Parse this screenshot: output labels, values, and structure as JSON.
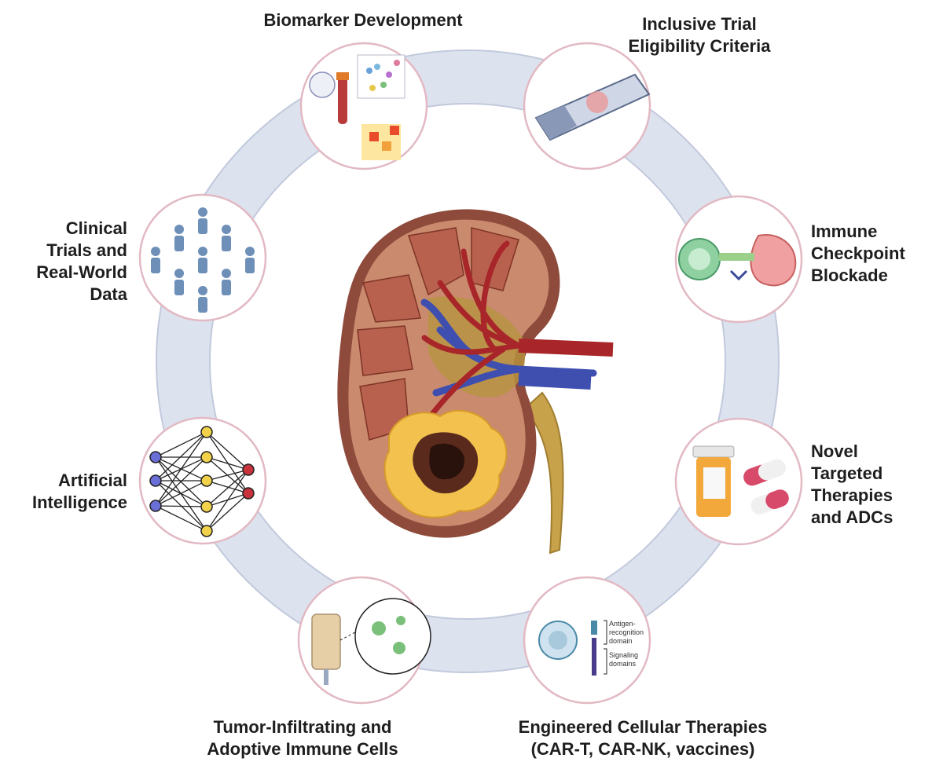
{
  "labels": {
    "biomarker": [
      "Biomarker Development"
    ],
    "inclusive": [
      "Inclusive Trial",
      "Eligibility Criteria"
    ],
    "clinical": [
      "Clinical",
      "Trials and",
      "Real-World",
      "Data"
    ],
    "immune": [
      "Immune",
      "Checkpoint",
      "Blockade"
    ],
    "ai": [
      "Artificial",
      "Intelligence"
    ],
    "novel": [
      "Novel",
      "Targeted",
      "Therapies",
      "and ADCs"
    ],
    "til": [
      "Tumor-Infiltrating and",
      "Adoptive Immune Cells"
    ],
    "engineered": [
      "Engineered Cellular Therapies",
      "(CAR-T, CAR-NK, vaccines)"
    ]
  },
  "car_diagram": {
    "antigen_label": [
      "Antigen-",
      "recognition",
      "domain"
    ],
    "signaling_label": [
      "Signaling",
      "domains"
    ]
  },
  "colors": {
    "ring": "#dde2ef",
    "ring_edge": "#c2c9dc",
    "circle_border": "#e2b9c3",
    "text": "#1e1e1e",
    "kidney_cortex": "#c98a6e",
    "kidney_outer": "#8e4a3a",
    "artery": "#a8262a",
    "vein": "#3f4fb0",
    "tumor": "#f2c14e",
    "ureter": "#c8a24a",
    "person": "#6d8fb8"
  }
}
